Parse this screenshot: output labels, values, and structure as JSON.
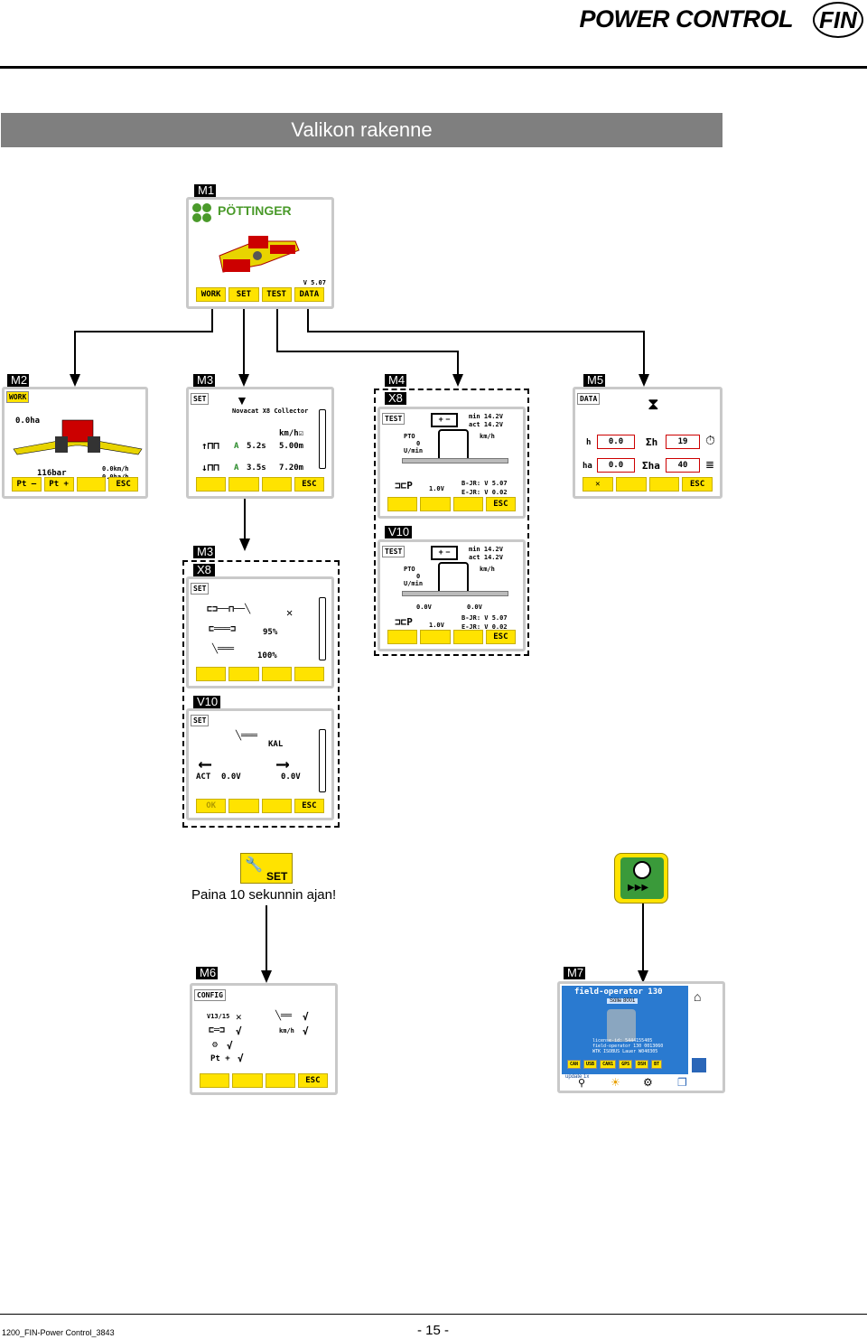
{
  "header": {
    "title": "POWER CONTROL",
    "lang": "FIN"
  },
  "banner": "Valikon rakenne",
  "tags": {
    "m1": "M1",
    "m2": "M2",
    "m3": "M3",
    "m4": "M4",
    "m4_x8": "X8",
    "m5": "M5",
    "v10_top": "V10",
    "m3b": "M3",
    "m3b_x8": "X8",
    "v10b": "V10",
    "m6": "M6",
    "m7": "M7"
  },
  "m1": {
    "brand": "PÖTTINGER",
    "version": "V 5.07",
    "buttons": [
      "WORK",
      "SET",
      "TEST",
      "DATA"
    ]
  },
  "m2": {
    "area": "0.0ha",
    "pressure": "116bar",
    "speed": "0.0km/h",
    "rate": "0.0ha/h",
    "buttons": [
      "Pt –",
      "Pt +",
      "",
      "ESC"
    ]
  },
  "m3": {
    "model": "Novacat X8 Collector",
    "unit": "km/h☑",
    "a1_label": "A",
    "a1": "5.2s",
    "s1": "5.00m",
    "a2_label": "A",
    "a2": "3.5s",
    "s2": "7.20m",
    "buttons": [
      "",
      "",
      "",
      "ESC"
    ]
  },
  "m4": {
    "min": "min 14.2V",
    "act": "act 14.2V",
    "pto": "PTO",
    "pto_val": "0",
    "pto_unit": "U/min",
    "kmh": "km/h",
    "pt": "1.0V",
    "bjr": "B-JR: V 5.07",
    "ejr": "E-JR: V 0.02",
    "buttons": [
      "",
      "",
      "",
      "ESC"
    ]
  },
  "m5": {
    "h": "h",
    "h_val": "0.0",
    "sum_h": "Σh",
    "sum_h_val": "19",
    "ha": "ha",
    "ha_val": "0.0",
    "sum_ha": "Σha",
    "sum_ha_val": "40",
    "buttons": [
      "✕",
      "",
      "",
      "ESC"
    ]
  },
  "v10_top": {
    "min": "min 14.2V",
    "act": "act 14.2V",
    "pto": "PTO",
    "pto_val": "0",
    "pto_unit": "U/min",
    "kmh": "km/h",
    "v1": "0.0V",
    "v2": "0.0V",
    "pt": "1.0V",
    "bjr": "B-JR: V 5.07",
    "ejr": "E-JR: V 0.02",
    "buttons": [
      "",
      "",
      "",
      "ESC"
    ]
  },
  "m3b": {
    "p1": "95%",
    "p2": "100%",
    "x": "✕",
    "buttons": [
      "",
      "",
      "",
      ""
    ]
  },
  "v10b": {
    "kal": "KAL",
    "act": "ACT",
    "v1": "0.0V",
    "v2": "0.0V",
    "buttons": [
      "OK",
      "",
      "",
      "ESC"
    ]
  },
  "set_hint": {
    "label": "SET",
    "text": "Paina 10 sekunnin ajan!"
  },
  "m6": {
    "tab": "CONFIG",
    "v": "V13/15",
    "kmh": "km/h",
    "pt": "Pt +",
    "buttons": [
      "",
      "",
      "",
      "ESC"
    ]
  },
  "m7": {
    "title": "field-operator 130",
    "sub": "Sölle 8001",
    "chips": [
      "CAN",
      "USB",
      "CAN1",
      "GPS",
      "DSH",
      "BT"
    ],
    "update": "update 1x",
    "info1": "license-id: 5444155405",
    "info2": "field-operator 130  0013060",
    "info3": "WTK ISOBUS Lauer  W040305"
  },
  "footer": {
    "doc": "1200_FIN-Power Control_3843",
    "page": "- 15 -"
  },
  "colors": {
    "yellow": "#ffe300",
    "red": "#c00000",
    "green": "#4a9a2a",
    "blue": "#2a66b8"
  }
}
